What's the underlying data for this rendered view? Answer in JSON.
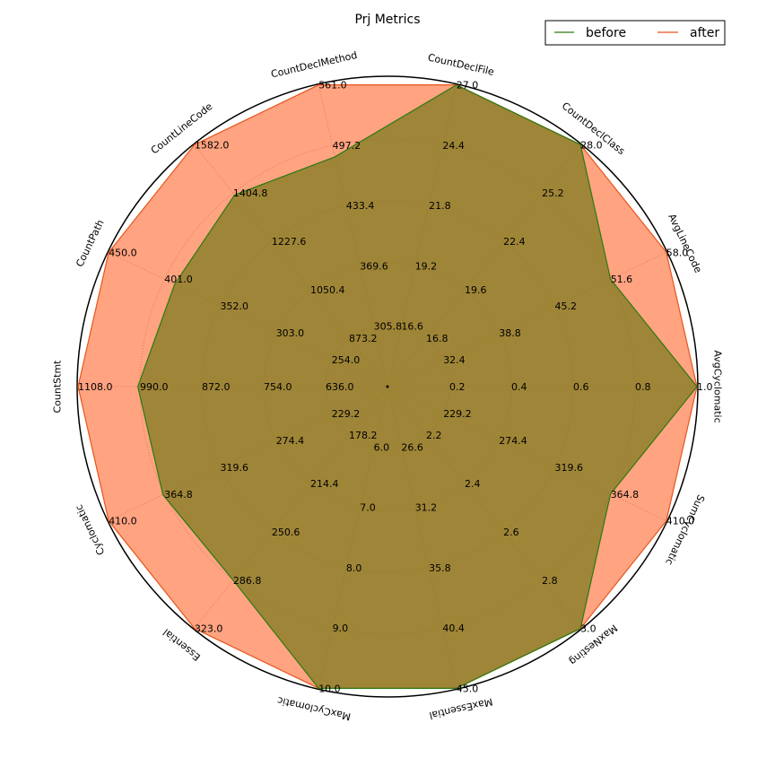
{
  "chart_data": {
    "type": "radar",
    "title": "Prj Metrics",
    "axes": [
      {
        "name": "AvgCyclomatic",
        "ticks": [
          "0.2",
          "0.4",
          "0.6",
          "0.8",
          "1.0"
        ],
        "min": 0.0,
        "max": 1.0
      },
      {
        "name": "AvgLineCode",
        "ticks": [
          "32.4",
          "38.8",
          "45.2",
          "51.6",
          "58.0"
        ],
        "min": 26.0,
        "max": 58.0
      },
      {
        "name": "CountDeclClass",
        "ticks": [
          "16.8",
          "19.6",
          "22.4",
          "25.2",
          "28.0"
        ],
        "min": 14.0,
        "max": 28.0
      },
      {
        "name": "CountDeclFile",
        "ticks": [
          "16.6",
          "19.2",
          "21.8",
          "24.4",
          "27.0"
        ],
        "min": 14.0,
        "max": 27.0
      },
      {
        "name": "CountDeclMethod",
        "ticks": [
          "305.8",
          "369.6",
          "433.4",
          "497.2",
          "561.0"
        ],
        "min": 242.0,
        "max": 561.0
      },
      {
        "name": "CountLineCode",
        "ticks": [
          "873.2",
          "1050.4",
          "1227.6",
          "1404.8",
          "1582.0"
        ],
        "min": 696.0,
        "max": 1582.0
      },
      {
        "name": "CountPath",
        "ticks": [
          "254.0",
          "303.0",
          "352.0",
          "401.0",
          "450.0"
        ],
        "min": 205.0,
        "max": 450.0
      },
      {
        "name": "CountStmt",
        "ticks": [
          "636.0",
          "754.0",
          "872.0",
          "990.0",
          "1108.0"
        ],
        "min": 518.0,
        "max": 1108.0
      },
      {
        "name": "Cyclomatic",
        "ticks": [
          "229.2",
          "274.4",
          "319.6",
          "364.8",
          "410.0"
        ],
        "min": 184.0,
        "max": 410.0
      },
      {
        "name": "Essential",
        "ticks": [
          "178.2",
          "214.4",
          "250.6",
          "286.8",
          "323.0"
        ],
        "min": 142.0,
        "max": 323.0
      },
      {
        "name": "MaxCyclomatic",
        "ticks": [
          "6.0",
          "7.0",
          "8.0",
          "9.0",
          "10.0"
        ],
        "min": 5.0,
        "max": 10.0
      },
      {
        "name": "MaxEssential",
        "ticks": [
          "26.6",
          "31.2",
          "35.8",
          "40.4",
          "45.0"
        ],
        "min": 22.0,
        "max": 45.0
      },
      {
        "name": "MaxNesting",
        "ticks": [
          "2.2",
          "2.4",
          "2.6",
          "2.8",
          "3.0"
        ],
        "min": 2.0,
        "max": 3.0
      },
      {
        "name": "SumCyclomatic",
        "ticks": [
          "229.2",
          "274.4",
          "319.6",
          "364.8",
          "410.0"
        ],
        "min": 184.0,
        "max": 410.0
      }
    ],
    "series": [
      {
        "name": "after",
        "color": "#e8561c",
        "fill": "#ff7f50",
        "values": [
          1.0,
          58.0,
          28.0,
          27.0,
          561.0,
          1582.0,
          450.0,
          1108.0,
          410.0,
          323.0,
          10.0,
          45.0,
          3.0,
          410.0
        ]
      },
      {
        "name": "before",
        "color": "#2a7a12",
        "fill": "#7a7a1a",
        "values": [
          1.0,
          51.6,
          28.0,
          27.0,
          485.0,
          1398.0,
          392.0,
          994.0,
          366.0,
          286.8,
          10.0,
          45.0,
          3.0,
          364.8
        ]
      }
    ],
    "legend": {
      "position": "top-right",
      "entries": [
        "before",
        "after"
      ]
    },
    "grid": true
  }
}
